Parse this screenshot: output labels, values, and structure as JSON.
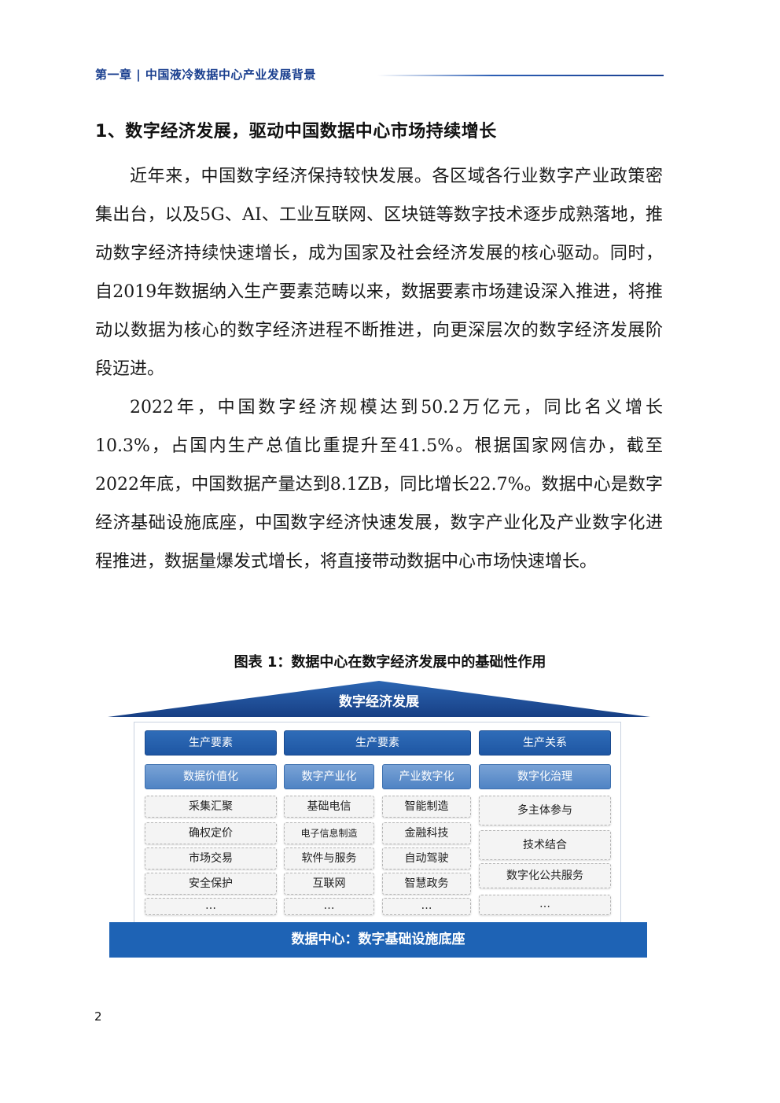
{
  "header": {
    "chapter": "第一章 | 中国液冷数据中心产业发展背景"
  },
  "section": {
    "title": "1、数字经济发展，驱动中国数据中心市场持续增长"
  },
  "paragraphs": [
    "近年来，中国数字经济保持较快发展。各区域各行业数字产业政策密集出台，以及5G、AI、工业互联网、区块链等数字技术逐步成熟落地，推动数字经济持续快速增长，成为国家及社会经济发展的核心驱动。同时，自2019年数据纳入生产要素范畴以来，数据要素市场建设深入推进，将推动以数据为核心的数字经济进程不断推进，向更深层次的数字经济发展阶段迈进。",
    "2022年，中国数字经济规模达到50.2万亿元，同比名义增长10.3%，占国内生产总值比重提升至41.5%。根据国家网信办，截至2022年底，中国数据产量达到8.1ZB，同比增长22.7%。数据中心是数字经济基础设施底座，中国数字经济快速发展，数字产业化及产业数字化进程推进，数据量爆发式增长，将直接带动数据中心市场快速增长。"
  ],
  "figure": {
    "caption": "图表 1：数据中心在数字经济发展中的基础性作用",
    "roof": "数字经济发展",
    "base": "数据中心：数字基础设施底座",
    "level1": [
      "生产要素",
      "生产要素",
      "生产关系"
    ],
    "level2": [
      "数据价值化",
      "数字产业化",
      "产业数字化",
      "数字化治理"
    ],
    "col1": [
      "采集汇聚",
      "确权定价",
      "市场交易",
      "安全保护",
      "…"
    ],
    "col2": [
      "基础电信",
      "电子信息制造",
      "软件与服务",
      "互联网",
      "…"
    ],
    "col3": [
      "智能制造",
      "金融科技",
      "自动驾驶",
      "智慧政务",
      "…"
    ],
    "col4": [
      "多主体参与",
      "技术结合",
      "数字化公共服务",
      "…"
    ],
    "colors": {
      "roof": "#1e56a3",
      "level1": "#1e56a3",
      "level2": "#5b8dcb",
      "base": "#1e63b5"
    }
  },
  "page": {
    "number": "2"
  }
}
